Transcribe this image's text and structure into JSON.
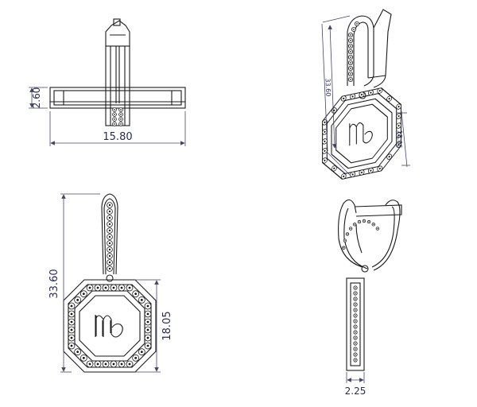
{
  "drawing": {
    "line_color": "#1a1a1a",
    "dimension_color": "#2a2a55",
    "top_view": {
      "width_label": "15.80",
      "height_label": "2.60"
    },
    "front_view": {
      "total_height_label": "33.60",
      "charm_height_label": "18.05"
    },
    "side_view": {
      "thickness_label": "2.25"
    },
    "iso_view": {
      "total_height_label": "33.60",
      "charm_height_label": "18.05"
    }
  }
}
